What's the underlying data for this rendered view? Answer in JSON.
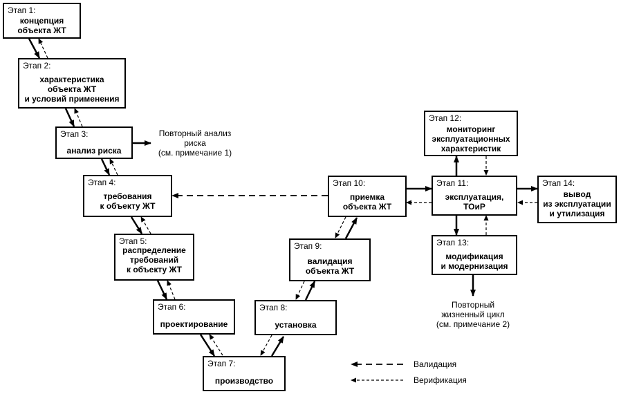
{
  "stages": [
    {
      "id": 1,
      "label": "Этап 1:",
      "text": "концепция\nобъекта ЖТ"
    },
    {
      "id": 2,
      "label": "Этап 2:",
      "text": "характеристика\nобъекта ЖТ\nи условий применения"
    },
    {
      "id": 3,
      "label": "Этап 3:",
      "text": "анализ риска"
    },
    {
      "id": 4,
      "label": "Этап 4:",
      "text": "требования\nк объекту ЖТ"
    },
    {
      "id": 5,
      "label": "Этап 5:",
      "text": "распределение\nтребований\nк объекту ЖТ"
    },
    {
      "id": 6,
      "label": "Этап 6:",
      "text": "проектирование"
    },
    {
      "id": 7,
      "label": "Этап 7:",
      "text": "производство"
    },
    {
      "id": 8,
      "label": "Этап 8:",
      "text": "установка"
    },
    {
      "id": 9,
      "label": "Этап 9:",
      "text": "валидация\nобъекта ЖТ"
    },
    {
      "id": 10,
      "label": "Этап 10:",
      "text": "приемка\nобъекта ЖТ"
    },
    {
      "id": 11,
      "label": "Этап 11:",
      "text": "эксплуатация,\nТОиР"
    },
    {
      "id": 12,
      "label": "Этап 12:",
      "text": "мониторинг\nэксплуатационных\nхарактеристик"
    },
    {
      "id": 13,
      "label": "Этап 13:",
      "text": "модификация\nи модернизация"
    },
    {
      "id": 14,
      "label": "Этап 14:",
      "text": "вывод\nиз эксплуатации\nи утилизация"
    }
  ],
  "notes": {
    "risk_reanalysis": "Повторный анализ\nриска\n(см. примечание 1)",
    "repeat_cycle": "Повторный\nжизненный цикл\n(см. примечание 2)"
  },
  "legend": {
    "validation": "Валидация",
    "verification": "Верификация"
  }
}
